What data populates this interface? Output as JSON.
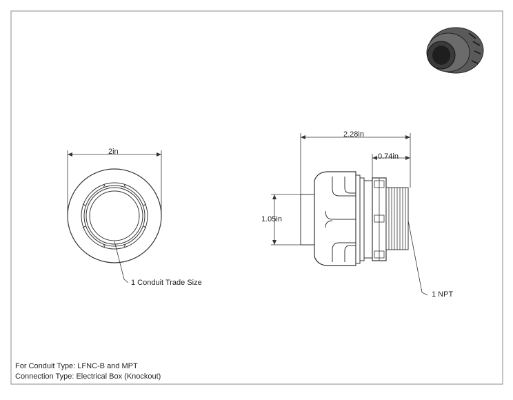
{
  "front_view": {
    "width_dim": "2in",
    "callout": "1 Conduit Trade Size"
  },
  "side_view": {
    "overall_length_dim": "2.28in",
    "thread_length_dim": "0.74in",
    "height_dim": "1.05in",
    "callout": "1 NPT"
  },
  "title_block": {
    "conduit_type": "For Conduit Type: LFNC-B and MPT",
    "connection_type": "Connection Type: Electrical Box (Knockout)"
  },
  "colors": {
    "line": "#333333",
    "body_fill": "#cfcfcf",
    "body_dark": "#9a9a9a",
    "thumb_dark": "#3a3a3a"
  }
}
